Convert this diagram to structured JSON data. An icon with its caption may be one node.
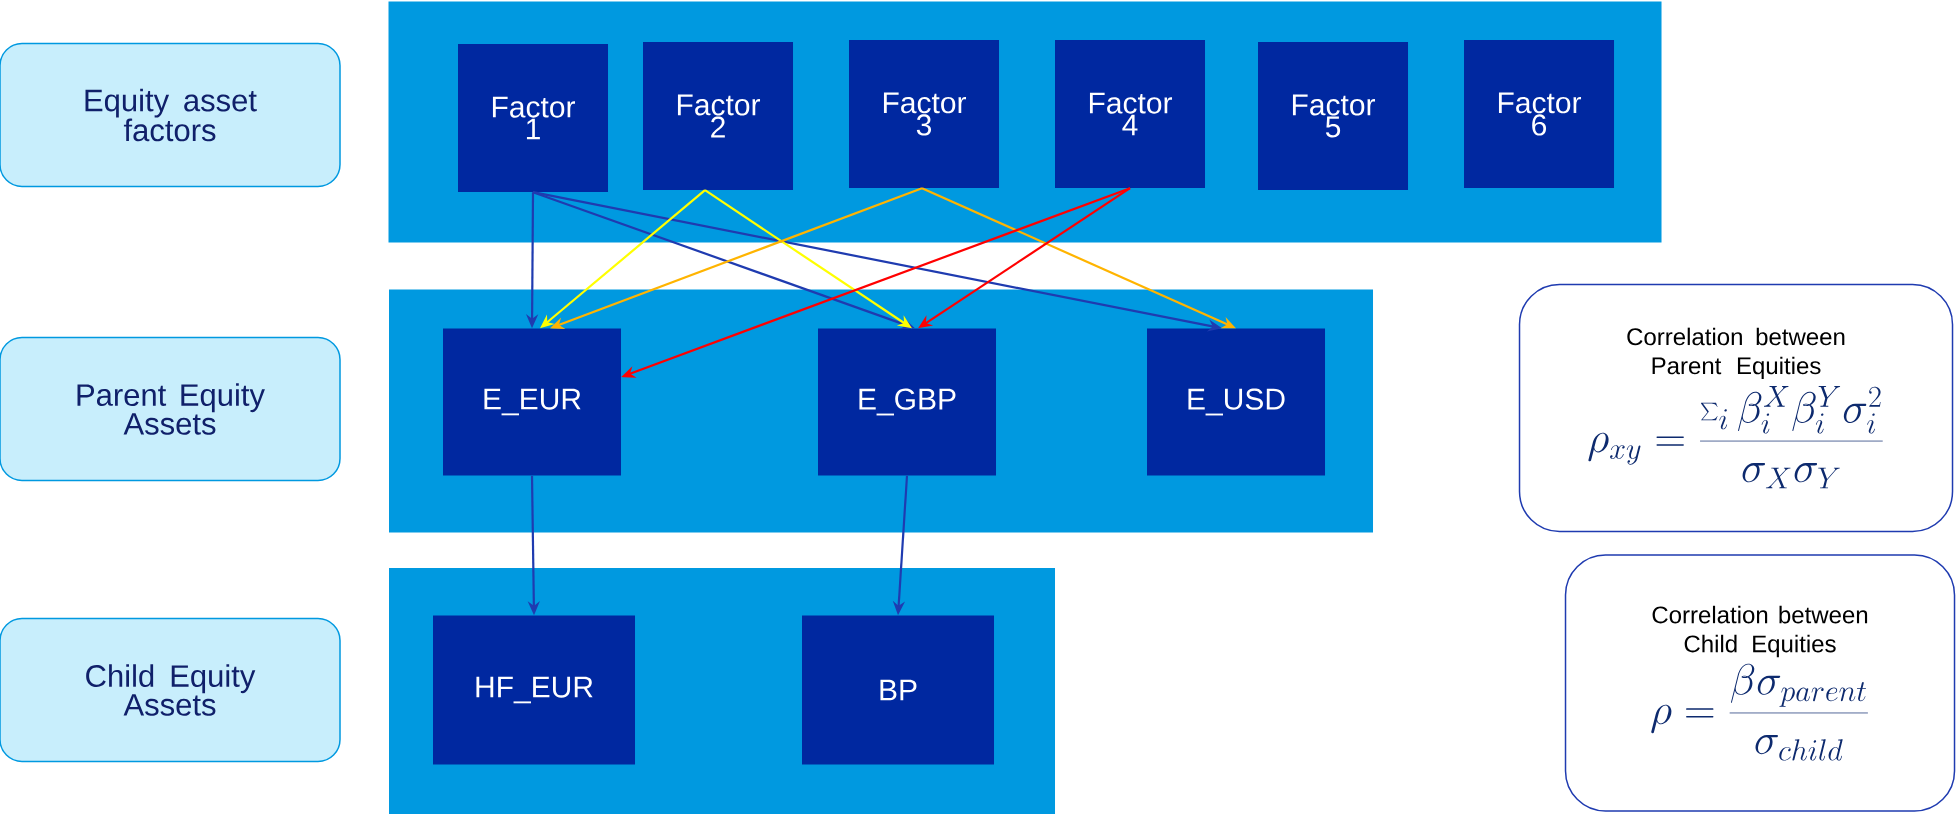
{
  "diagram": {
    "nodes": [
      {
        "text": [
          "Equity asset factors"
        ]
      },
      {
        "text": [],
        "shape": "box"
      },
      {
        "text": [
          "Factor 1"
        ],
        "in": 1
      },
      {
        "text": [
          "Factor 2"
        ],
        "in": 1
      },
      {
        "text": [
          "Factor 3"
        ],
        "in": 1
      },
      {
        "text": [
          "Factor 4"
        ],
        "in": 1
      },
      {
        "text": [
          "Factor 5"
        ],
        "in": 1
      },
      {
        "text": [
          "Factor 6"
        ],
        "in": 1
      },
      {
        "text": [
          "Parent Equity Assets"
        ]
      },
      {
        "text": [],
        "shape": "box"
      },
      {
        "text": [
          "E_EUR"
        ],
        "in": 9
      },
      {
        "text": [
          "E_GBP"
        ],
        "in": 9
      },
      {
        "text": [
          "E_USD"
        ],
        "in": 9
      },
      {
        "text": [
          "Child Equity Assets"
        ]
      },
      {
        "text": [],
        "shape": "box"
      },
      {
        "text": [
          "HF_EUR"
        ],
        "in": 14
      },
      {
        "text": [
          "BP"
        ],
        "in": 14
      },
      {
        "text": [
          "Correlation between Parent Equities",
          "\\rho_{xy} = \\frac{\\sum_i \\beta_i^X \\beta_i^Y \\sigma_i^2}{\\sigma_X \\sigma_Y}"
        ]
      },
      {
        "text": [
          "Correlation between Child Equities",
          "\\rho = \\frac{\\beta \\sigma_{parent}}{\\sigma_{child}}"
        ]
      }
    ],
    "edges": [
      {
        "from": 2,
        "to": 10,
        "arrow": "to"
      },
      {
        "from": 2,
        "to": 11,
        "arrow": "to"
      },
      {
        "from": 2,
        "to": 12,
        "arrow": "to"
      },
      {
        "from": 3,
        "to": 10,
        "arrow": "to",
        "color": "#ffff00"
      },
      {
        "from": 3,
        "to": 11,
        "arrow": "to",
        "color": "#ffff00"
      },
      {
        "from": 4,
        "to": 10,
        "arrow": "to",
        "color": "#ffb400"
      },
      {
        "from": 4,
        "to": 12,
        "arrow": "to",
        "color": "#ffb400"
      },
      {
        "from": 5,
        "to": 10,
        "arrow": "to",
        "color": "#ff0000"
      },
      {
        "from": 5,
        "to": 11,
        "arrow": "to",
        "color": "#ff0000"
      },
      {
        "from": 10,
        "to": 15,
        "arrow": "to"
      },
      {
        "from": 11,
        "to": 16,
        "arrow": "to"
      }
    ]
  }
}
